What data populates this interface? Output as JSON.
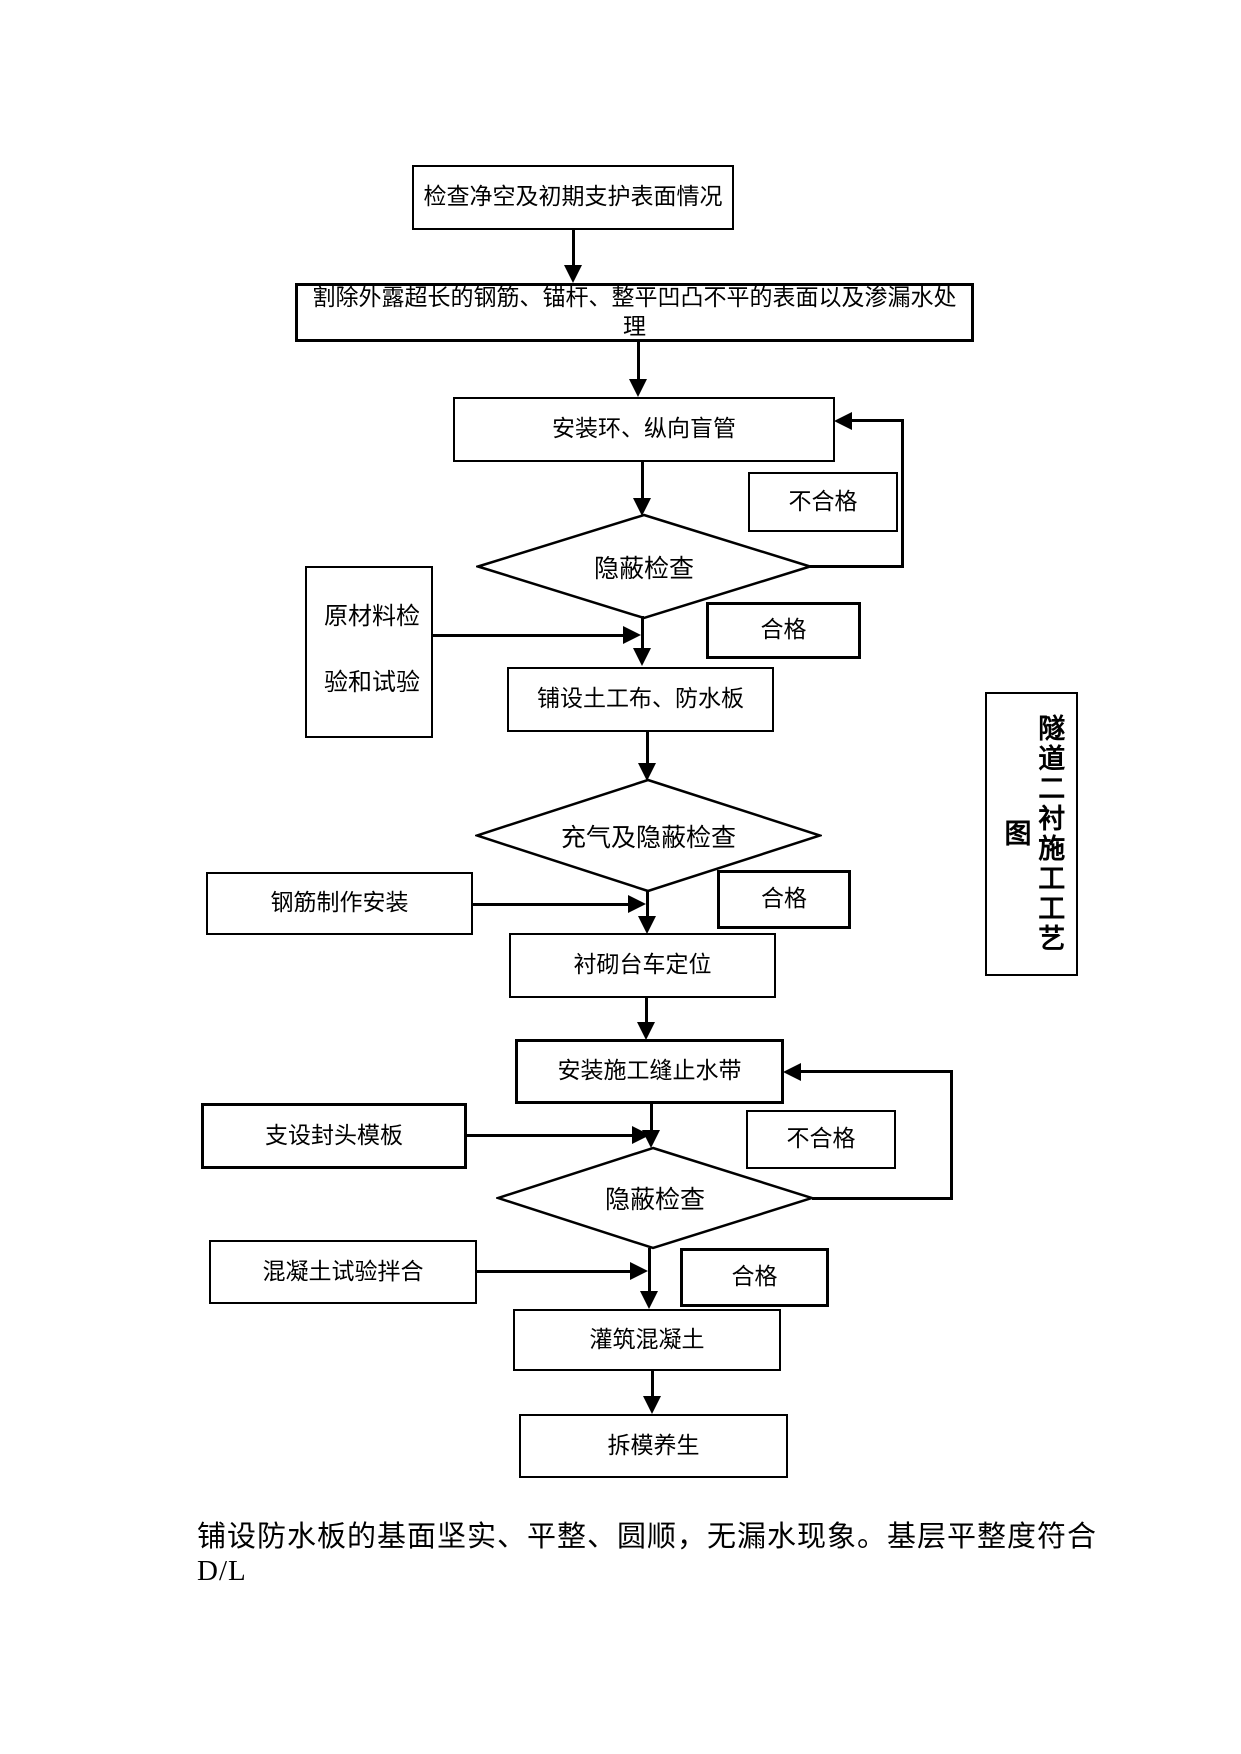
{
  "title_box": {
    "label": "隧道二衬施工工艺图"
  },
  "nodes": {
    "check_surface": {
      "label": "检查净空及初期支护表面情况"
    },
    "cut_rebar": {
      "label": "割除外露超长的钢筋、锚杆、整平凹凸不平的表面以及渗漏水处理"
    },
    "install_pipes": {
      "label": "安装环、纵向盲管"
    },
    "hidden_check_1": {
      "label": "隐蔽检查"
    },
    "unqualified_1": {
      "label": "不合格"
    },
    "qualified_1": {
      "label": "合格"
    },
    "raw_material": {
      "label": "原材料检验和试验"
    },
    "lay_geotextile": {
      "label": "铺设土工布、防水板"
    },
    "inflate_check": {
      "label": "充气及隐蔽检查"
    },
    "qualified_2": {
      "label": "合格"
    },
    "rebar_install": {
      "label": "钢筋制作安装"
    },
    "trolley_position": {
      "label": "衬砌台车定位"
    },
    "waterstop_install": {
      "label": "安装施工缝止水带"
    },
    "head_formwork": {
      "label": "支设封头模板"
    },
    "unqualified_2": {
      "label": "不合格"
    },
    "hidden_check_2": {
      "label": "隐蔽检查"
    },
    "concrete_mixing": {
      "label": "混凝土试验拌合"
    },
    "qualified_3": {
      "label": "合格"
    },
    "pour_concrete": {
      "label": "灌筑混凝土"
    },
    "remove_form_cure": {
      "label": "拆模养生"
    }
  },
  "page": {
    "bottom_note": "铺设防水板的基面坚实、平整、圆顺，无漏水现象。基层平整度符合 D/L"
  },
  "colors": {
    "line": "#000000",
    "background": "#ffffff"
  }
}
